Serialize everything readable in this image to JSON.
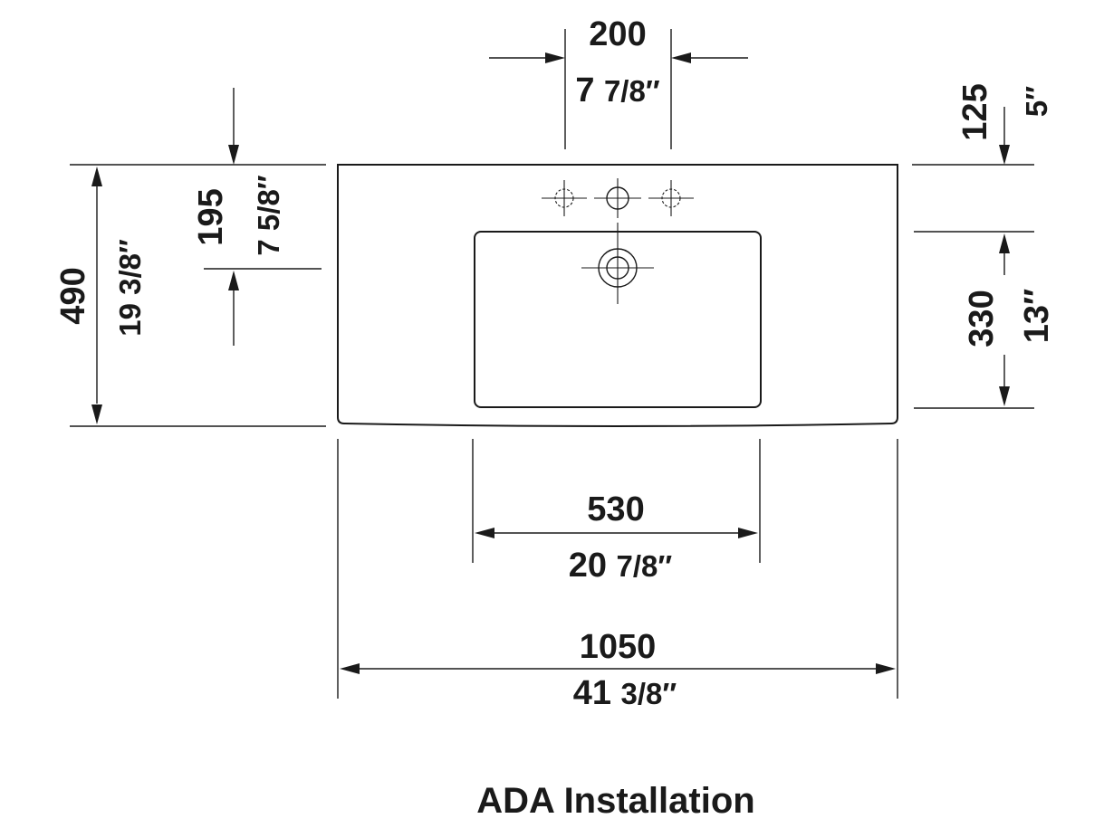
{
  "dimensions": {
    "tap_spacing": {
      "mm": "200",
      "inch_whole": "7",
      "inch_frac": "7/8″"
    },
    "front_to_tap": {
      "mm": "125",
      "inch": "5″"
    },
    "back_to_bowl": {
      "mm": "195",
      "inch": "7 5/8″"
    },
    "depth": {
      "mm": "490",
      "inch": "19 3/8″"
    },
    "bowl_depth": {
      "mm": "330",
      "inch": "13″"
    },
    "bowl_width": {
      "mm": "530",
      "inch_whole": "20",
      "inch_frac": "7/8″"
    },
    "overall_width": {
      "mm": "1050",
      "inch_whole": "41",
      "inch_frac": "3/8″"
    }
  },
  "caption": "ADA Installation"
}
